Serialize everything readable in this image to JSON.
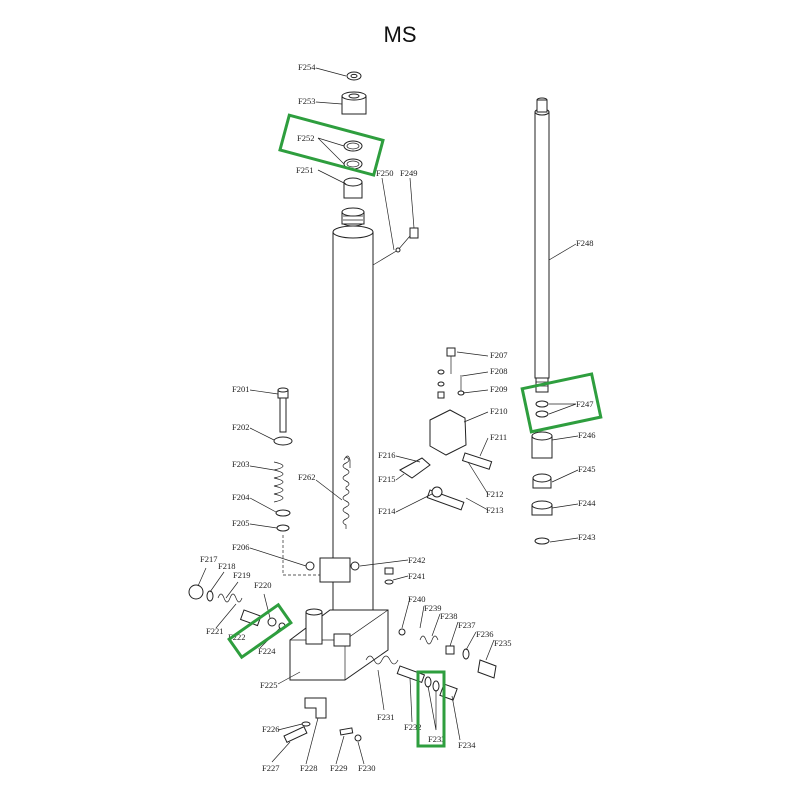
{
  "title": "MS",
  "highlight_color": "#2e9e3e",
  "labels": {
    "F254": "F254",
    "F253": "F253",
    "F252": "F252",
    "F251": "F251",
    "F250": "F250",
    "F249": "F249",
    "F248": "F248",
    "F247": "F247",
    "F246": "F246",
    "F245": "F245",
    "F244": "F244",
    "F243": "F243",
    "F201": "F201",
    "F202": "F202",
    "F203": "F203",
    "F204": "F204",
    "F205": "F205",
    "F206": "F206",
    "F262": "F262",
    "F207": "F207",
    "F208": "F208",
    "F209": "F209",
    "F210": "F210",
    "F211": "F211",
    "F212": "F212",
    "F213": "F213",
    "F214": "F214",
    "F215": "F215",
    "F216": "F216",
    "F217": "F217",
    "F218": "F218",
    "F219": "F219",
    "F220": "F220",
    "F221": "F221",
    "F222": "F222",
    "F224": "F224",
    "F225": "F225",
    "F226": "F226",
    "F227": "F227",
    "F228": "F228",
    "F229": "F229",
    "F230": "F230",
    "F231": "F231",
    "F232": "F232",
    "F233": "F233",
    "F234": "F234",
    "F235": "F235",
    "F236": "F236",
    "F237": "F237",
    "F238": "F238",
    "F239": "F239",
    "F240": "F240",
    "F241": "F241",
    "F242": "F242"
  }
}
